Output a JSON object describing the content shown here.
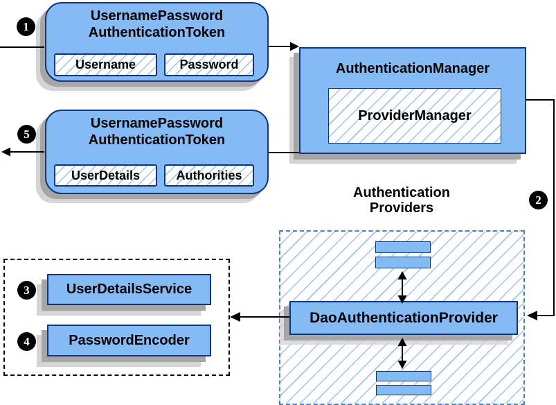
{
  "badges": {
    "step1": "1",
    "step2": "2",
    "step3": "3",
    "step4": "4",
    "step5": "5"
  },
  "request_token": {
    "title_line1": "UsernamePassword",
    "title_line2": "AuthenticationToken",
    "fields": [
      "Username",
      "Password"
    ]
  },
  "authentication_manager": {
    "title": "AuthenticationManager",
    "provider": "ProviderManager"
  },
  "response_token": {
    "title_line1": "UsernamePassword",
    "title_line2": "AuthenticationToken",
    "fields": [
      "UserDetails",
      "Authorities"
    ]
  },
  "providers_group": {
    "label_line1": "Authentication",
    "label_line2": "Providers",
    "dao_provider": "DaoAuthenticationProvider"
  },
  "services_group": {
    "items": [
      "UserDetailsService",
      "PasswordEncoder"
    ]
  },
  "colors": {
    "box_fill": "#85bbf5",
    "box_border": "#0f357e",
    "hatch": "#9cc3ee",
    "dashed_border": "#4d7fc0",
    "shadow_dark": "#a6a6a6",
    "shadow_light": "#d4d4d4",
    "line": "#000000"
  }
}
